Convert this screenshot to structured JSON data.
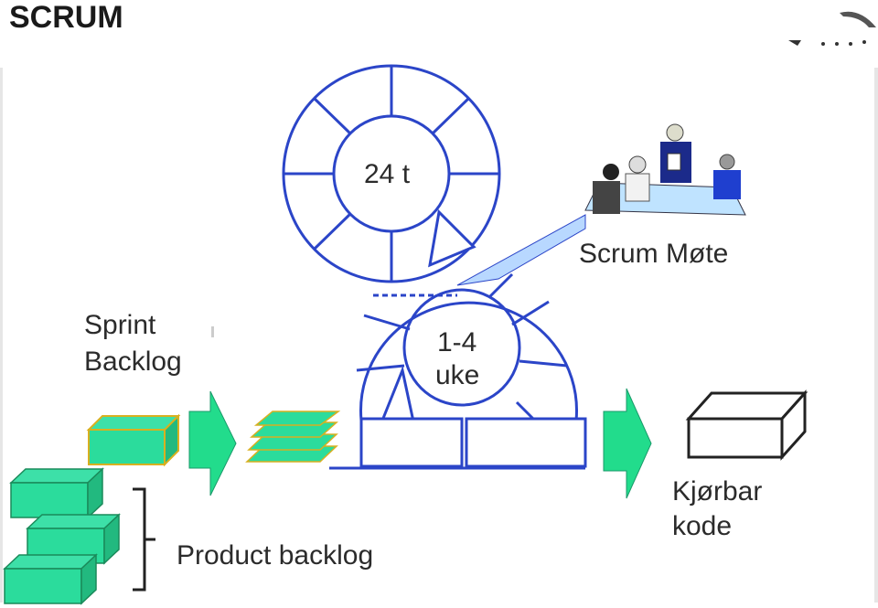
{
  "page": {
    "title": "SCRUM"
  },
  "diagram": {
    "daily_cycle_label": "24 t",
    "sprint_cycle_label_line1": "1-4",
    "sprint_cycle_label_line2": "uke",
    "meeting_label": "Scrum Møte",
    "sprint_backlog_line1": "Sprint",
    "sprint_backlog_line2": "Backlog",
    "product_backlog_label": "Product backlog",
    "output_label_line1": "Kjørbar",
    "output_label_line2": "kode"
  },
  "colors": {
    "cycle_stroke": "#2b45c8",
    "backlog_fill": "#2bdc9c",
    "backlog_outline": "#d8b020",
    "arrow_fill": "#22dc8c",
    "callout_fill": "#b8d8ff"
  },
  "icons": [
    "meeting-illustration",
    "bracket-icon",
    "logo-swoosh-icon"
  ]
}
